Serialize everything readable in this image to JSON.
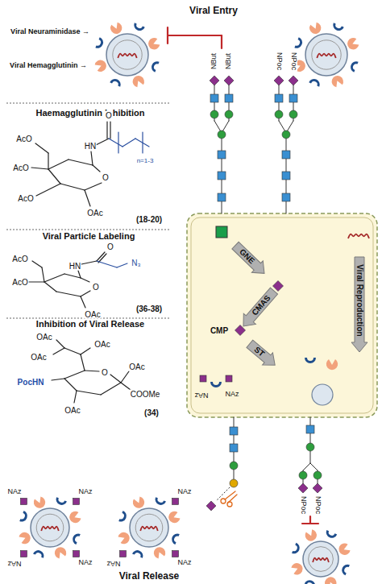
{
  "diagram": {
    "nodes": [
      {
        "text": [
          "GNE"
        ]
      },
      {
        "text": [
          "CMAS"
        ]
      },
      {
        "text": [
          "ST"
        ]
      },
      {
        "text": [
          "Viral Reproduction"
        ]
      }
    ],
    "labels": [
      "Viral Entry",
      "Viral Neuraminidase →",
      "Viral Hemagglutinin →",
      "Haemagglutinin Inhibition",
      "AcO",
      "AcO",
      "AcO",
      "HN",
      "O",
      "O",
      "OAc",
      "n=1-3",
      "(18-20)",
      "Viral Particle Labeling",
      "AcO",
      "AcO",
      "HN",
      "O",
      "N₃",
      "O",
      "OAc",
      "(36-38)",
      "Inhibition of Viral Release",
      "OAc",
      "OAc",
      "OAc",
      "O",
      "OAc",
      "COOMe",
      "PocHN",
      "OAc",
      "(34)",
      "NBut",
      "NBut",
      "NPoc",
      "NPoc",
      "CMP",
      "NAz",
      "NAz",
      "NPoc",
      "NPoc",
      "NAz",
      "NAz",
      "NAz",
      "NAz",
      "NAz",
      "NAz",
      "NAz",
      "Viral Release"
    ]
  }
}
